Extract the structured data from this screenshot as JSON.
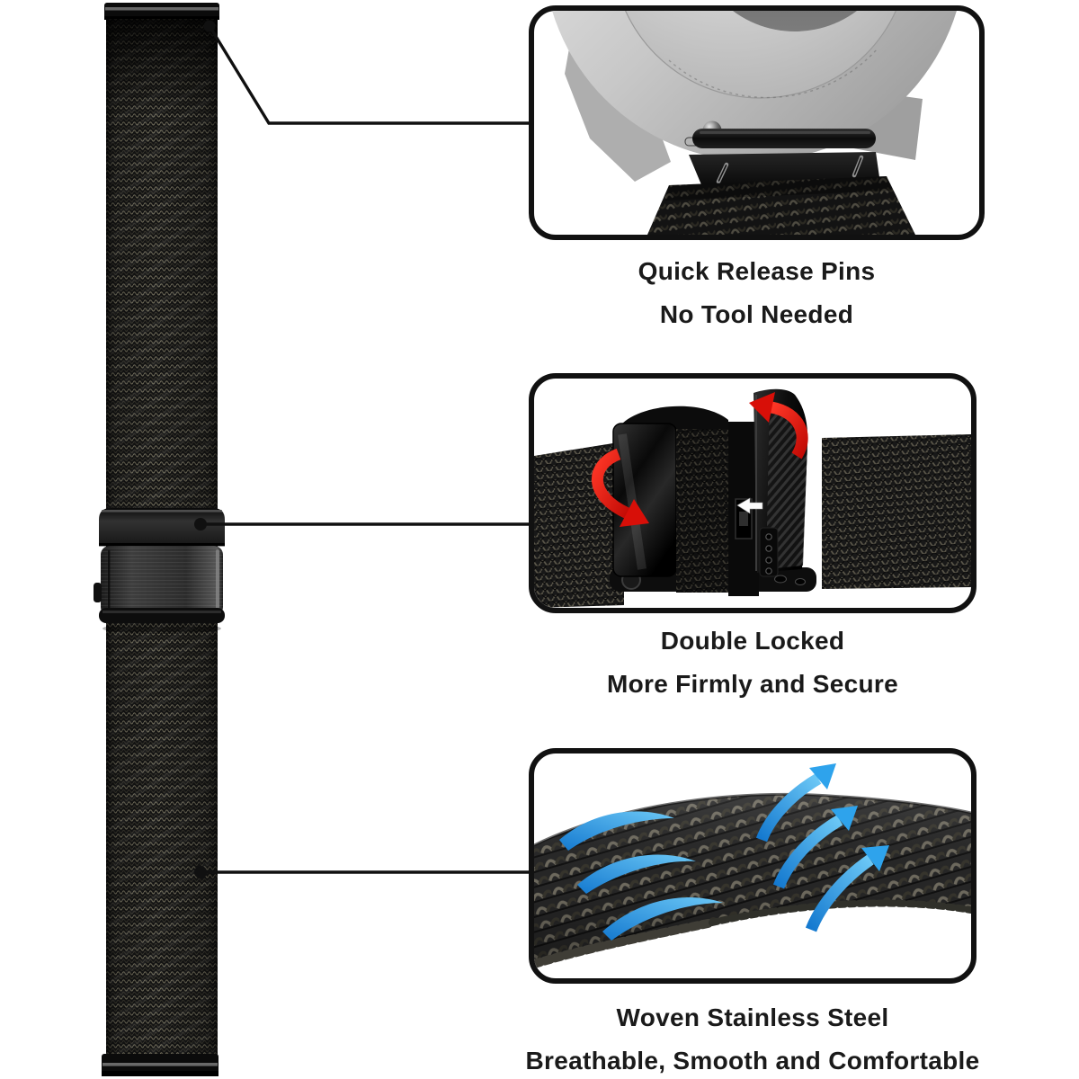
{
  "image_type": "watch-band-feature-infographic",
  "panels": [
    {
      "id": "quick-release-pins",
      "caption_line1": "Quick Release Pins",
      "caption_line2": "No Tool Needed"
    },
    {
      "id": "double-locked",
      "caption_line1": "Double Locked",
      "caption_line2": "More Firmly and Secure"
    },
    {
      "id": "woven-stainless-steel",
      "caption_line1": "Woven Stainless Steel",
      "caption_line2": "Breathable, Smooth and Comfortable"
    }
  ],
  "colors": {
    "background": "#ffffff",
    "outline": "#111111",
    "caption_text": "#1a1a1a",
    "callout_line": "#101010",
    "accent_red": "#e41410",
    "accent_blue": "#2aa1e8",
    "band_base": "#1a1a1a",
    "band_highlight": "#76725f",
    "silver_metal": "#c4c4c4"
  }
}
